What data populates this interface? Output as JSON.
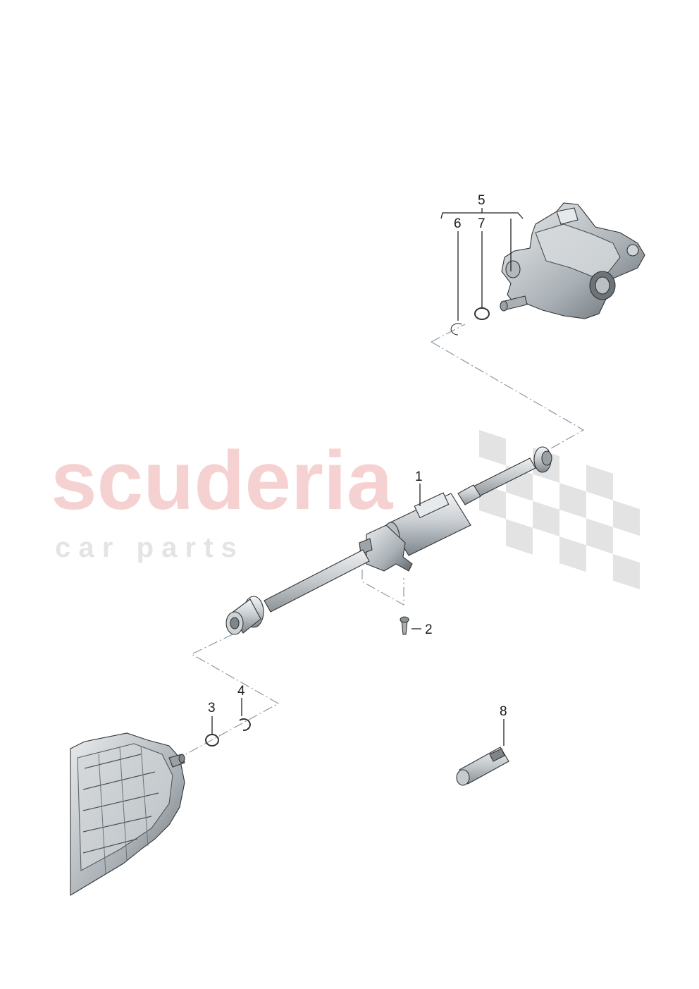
{
  "watermark": {
    "brand": "scuderia",
    "tagline": "c a r   p a r t s"
  },
  "callouts": {
    "c1": "1",
    "c2": "2",
    "c3": "3",
    "c4": "4",
    "c5": "5",
    "c6": "6",
    "c7": "7",
    "c8": "8"
  }
}
